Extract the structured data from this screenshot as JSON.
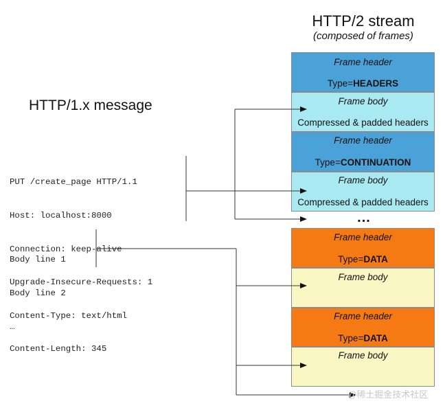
{
  "stream": {
    "title": "HTTP/2 stream",
    "subtitle": "(composed of frames)",
    "ellipsis": "...",
    "frames": [
      {
        "kind": "header",
        "label": "Frame header",
        "type_prefix": "Type=",
        "type_value": "HEADERS"
      },
      {
        "kind": "body",
        "label": "Frame body",
        "detail": "Compressed & padded headers"
      },
      {
        "kind": "header",
        "label": "Frame header",
        "type_prefix": "Type=",
        "type_value": "CONTINUATION"
      },
      {
        "kind": "body",
        "label": "Frame body",
        "detail": "Compressed & padded headers"
      },
      {
        "kind": "header",
        "label": "Frame header",
        "type_prefix": "Type=",
        "type_value": "DATA"
      },
      {
        "kind": "body",
        "label": "Frame body"
      },
      {
        "kind": "header",
        "label": "Frame header",
        "type_prefix": "Type=",
        "type_value": "DATA"
      },
      {
        "kind": "body",
        "label": "Frame body"
      }
    ]
  },
  "message": {
    "title": "HTTP/1.x message",
    "header_lines": [
      "PUT /create_page HTTP/1.1",
      "Host: localhost:8000",
      "Connection: keep-alive",
      "Upgrade-Insecure-Requests: 1",
      "Content-Type: text/html",
      "Content-Length: 345"
    ],
    "body_lines": [
      "Body line 1",
      "Body line 2",
      "…"
    ]
  },
  "watermark": "@稀土掘金技术社区",
  "colors": {
    "header_blue": "#4aa2d8",
    "body_cyan": "#a9eaf2",
    "header_orange": "#f57a14",
    "body_yellow": "#fbf7c4"
  }
}
